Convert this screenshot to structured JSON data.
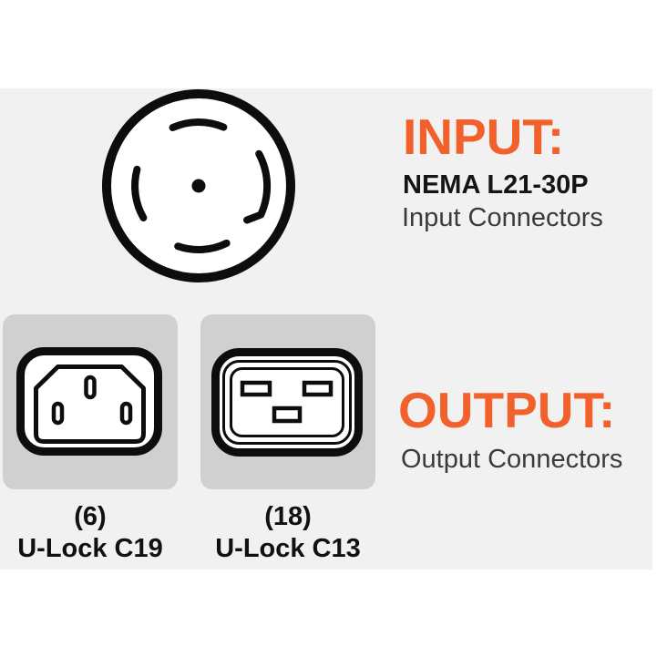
{
  "colors": {
    "accent_orange": "#f2602b",
    "band_background": "#f1f1f1",
    "tile_background": "#d0d0d0",
    "line_black": "#0d0d0d",
    "text_dark": "#151515",
    "text_gray": "#3b3b3b"
  },
  "input_section": {
    "title": "INPUT:",
    "connector_type": "NEMA L21-30P",
    "description": "Input Connectors",
    "icon": "nema-l21-30p-plug-icon"
  },
  "output_section": {
    "title": "OUTPUT:",
    "description": "Output Connectors"
  },
  "output_connectors": [
    {
      "count": "(6)",
      "label": "U-Lock C19",
      "icon": "c19-socket-icon"
    },
    {
      "count": "(18)",
      "label": "U-Lock C13",
      "icon": "c13-socket-icon"
    }
  ]
}
